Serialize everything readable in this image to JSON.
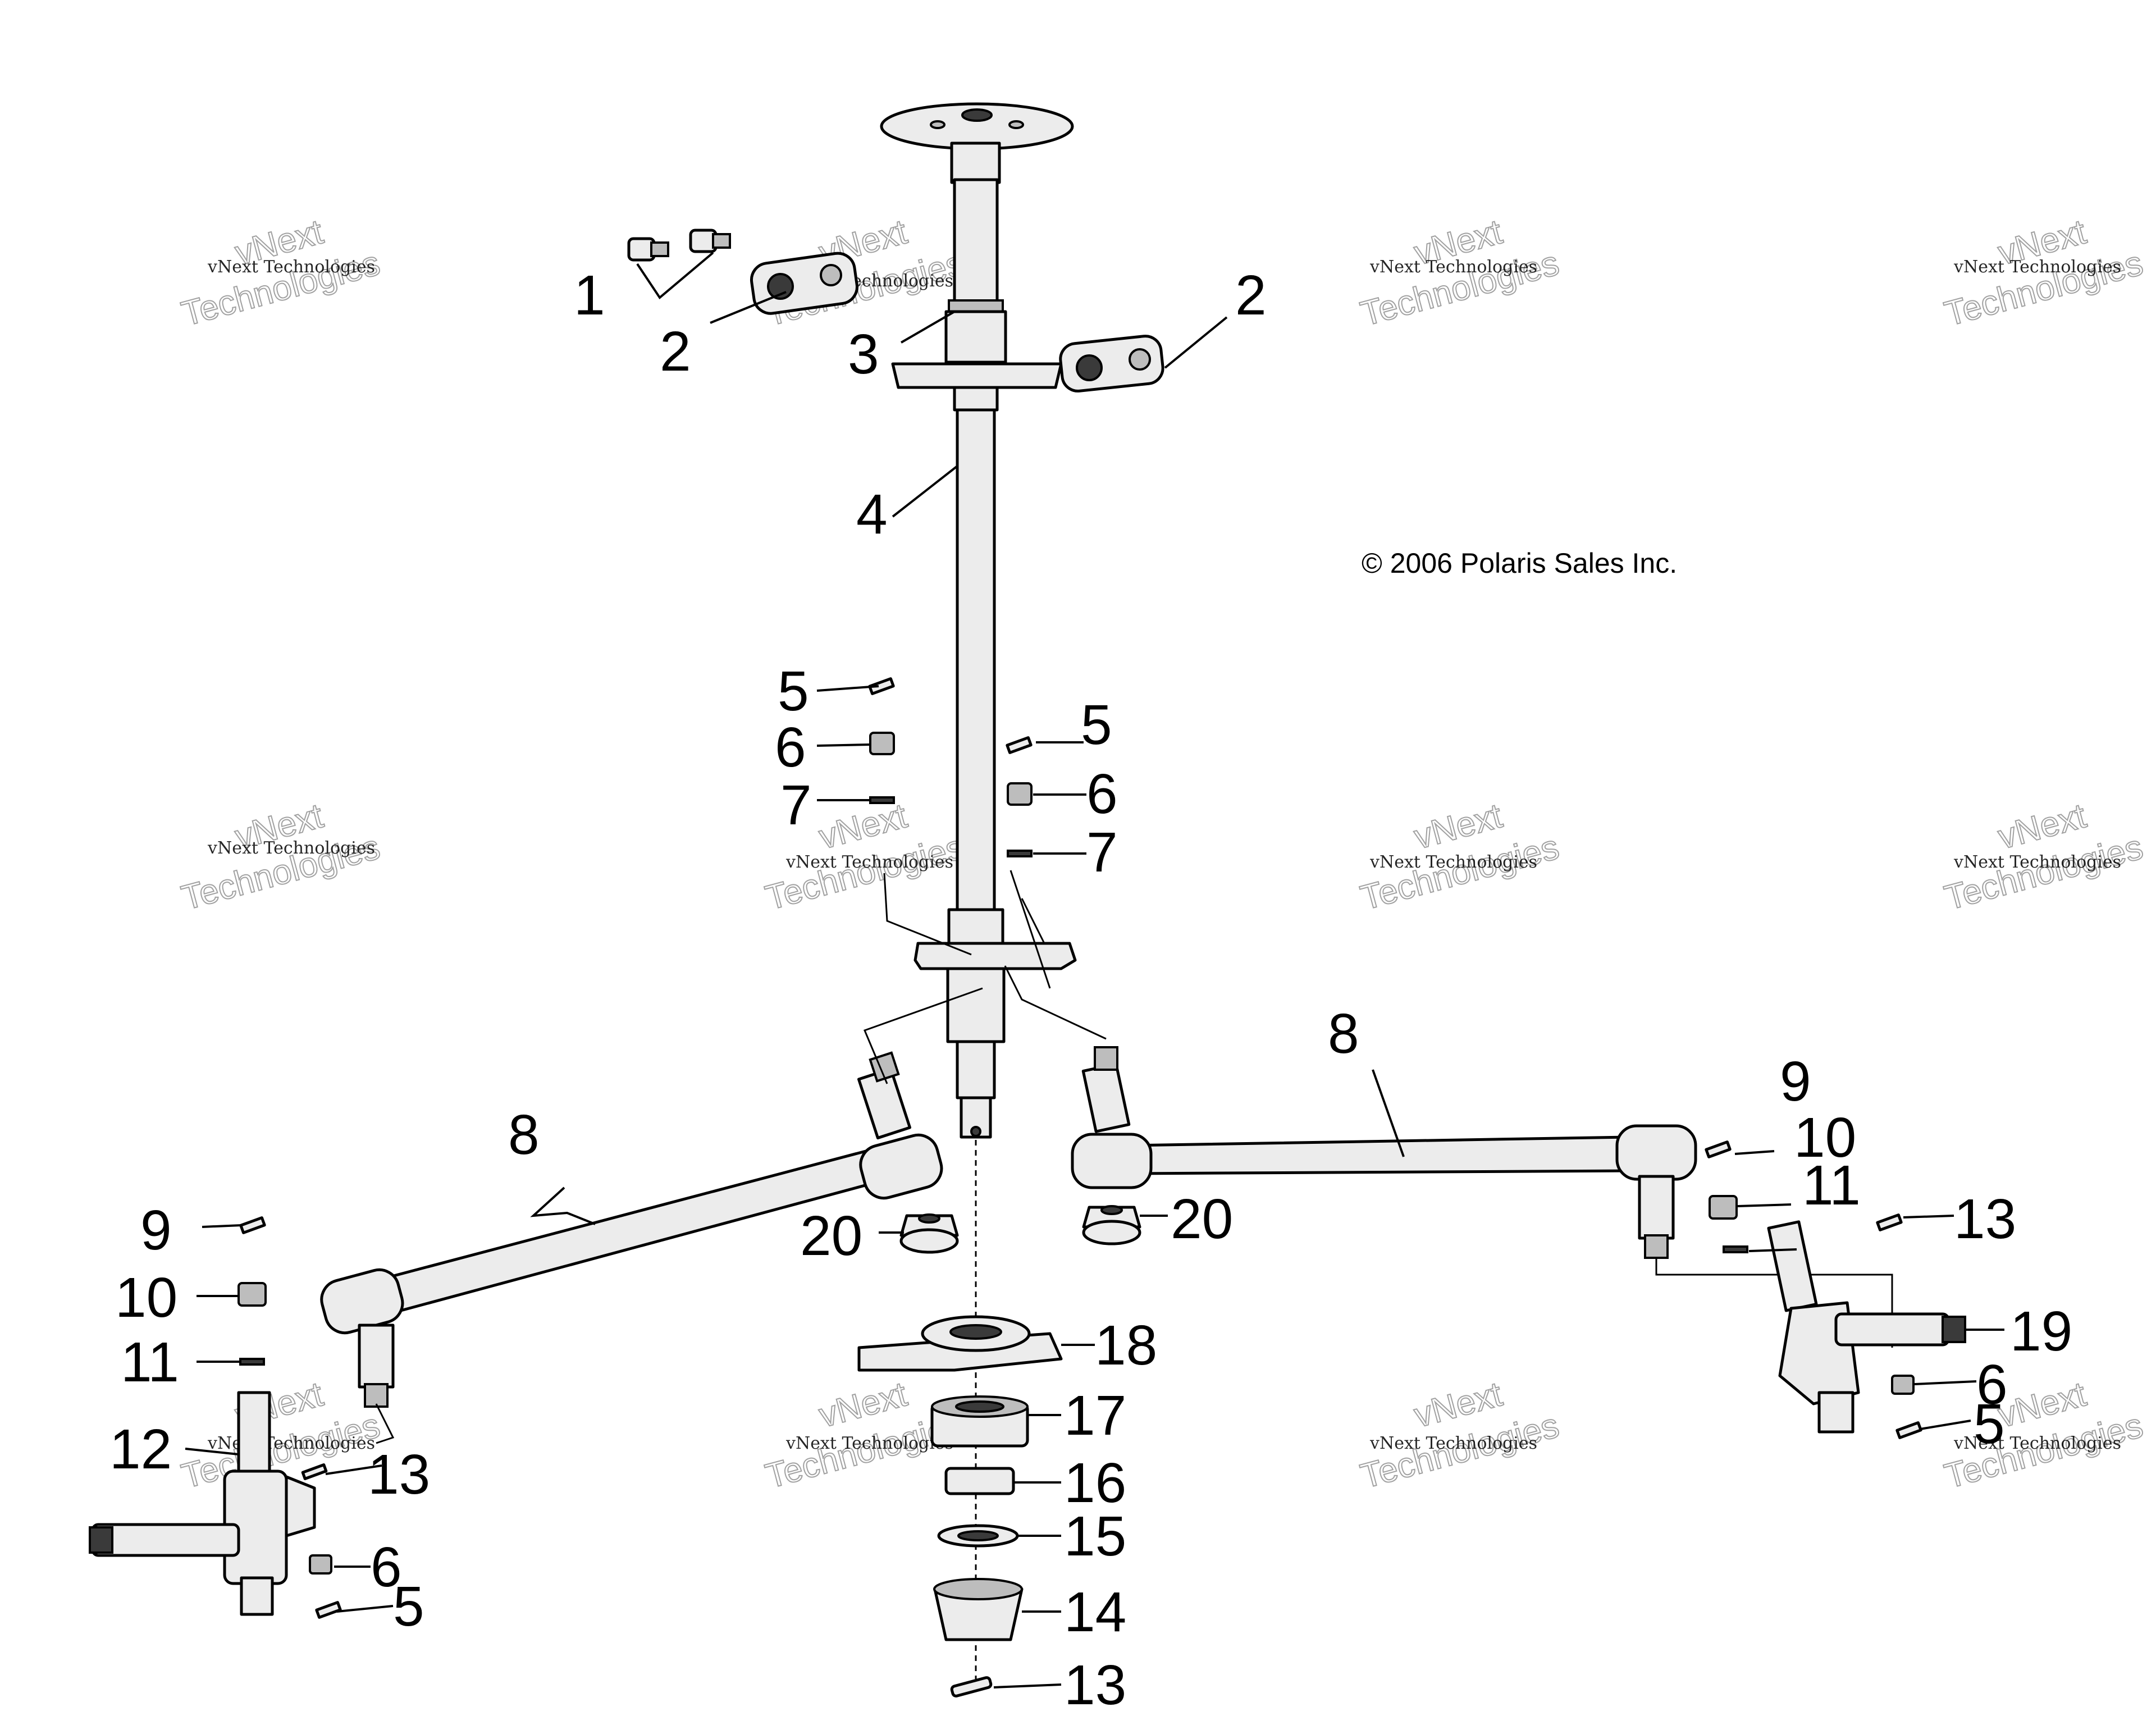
{
  "copyright": "© 2006 Polaris Sales Inc.",
  "watermark": {
    "line1": "vNext Technologies",
    "line2a": "vNext",
    "line2b": "Technologies"
  },
  "callouts": [
    "1",
    "2",
    "3",
    "4",
    "5",
    "6",
    "7",
    "8",
    "9",
    "10",
    "11",
    "12",
    "13",
    "14",
    "15",
    "16",
    "17",
    "18",
    "19",
    "20"
  ]
}
